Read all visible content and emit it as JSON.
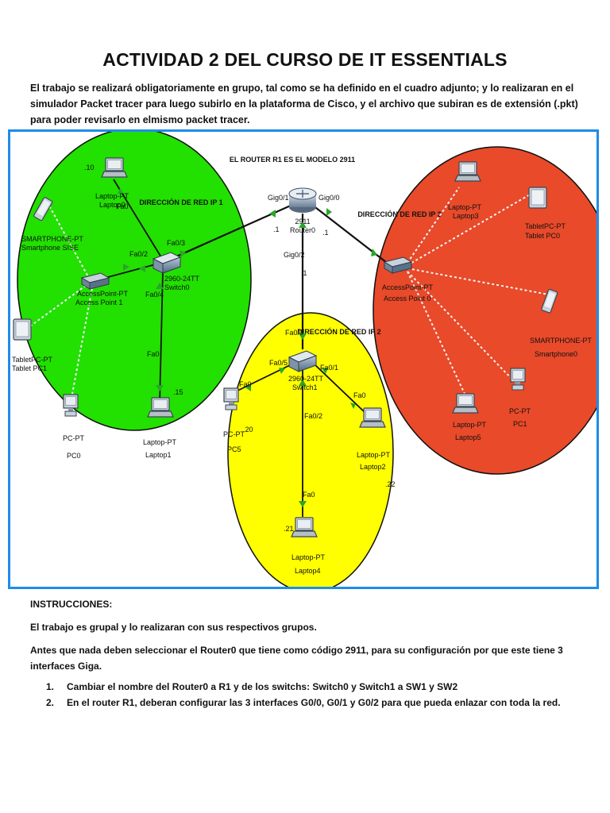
{
  "document": {
    "title": "ACTIVIDAD 2 DEL CURSO DE IT ESSENTIALS",
    "intro": "El trabajo se realizará obligatoriamente en grupo, tal como se ha definido en el cuadro adjunto; y lo realizaran en el simulador Packet tracer  para luego subirlo en la plataforma de Cisco, y el archivo que subiran es de extensión (.pkt) para poder revisarlo en elmismo packet tracer.",
    "instructions_heading": "INSTRUCCIONES:",
    "paragraph1": "El trabajo es grupal y lo realizaran con sus respectivos grupos.",
    "paragraph2": "Antes que nada deben seleccionar el Router0  que tiene como código 2911, para su configuración por que este tiene 3 interfaces Giga.",
    "steps": [
      {
        "num": "1.",
        "text": "Cambiar el nombre del Router0 a R1 y de los switchs: Switch0 y Switch1 a  SW1 y SW2"
      },
      {
        "num": "2.",
        "text": "En el router R1, deberan configurar las 3 interfaces G0/0, G0/1 y G0/2 para que pueda enlazar con toda la red."
      }
    ]
  },
  "diagram": {
    "colors": {
      "green": "#22e000",
      "yellow": "#ffff00",
      "red": "#e84a2a",
      "frame": "#1f8ce8"
    },
    "router_note": "EL ROUTER R1 ES EL MODELO 2911",
    "router": {
      "model": "2911",
      "name": "Router0",
      "ports": {
        "left": "Gig0/1",
        "right": "Gig0/0",
        "down": "Gig0/2"
      },
      "ips": {
        "left": ".1",
        "right": ".1",
        "down": ".1"
      }
    },
    "green": {
      "net_label": "DIRECCIÓN DE RED IP 1",
      "switch": {
        "model": "2960-24TT",
        "name": "Switch0"
      },
      "access_point": {
        "type": "AccessPoint-PT",
        "name": "Access Point 1"
      },
      "ports": {
        "fa02": "Fa0/2",
        "fa03": "Fa0/3",
        "fa04": "Fa0/4",
        "laptop0_port": "Fa0",
        "laptop1_port": "Fa0"
      },
      "devices": [
        {
          "type": "Laptop-PT",
          "name": "Laptop0",
          "ip": ".10"
        },
        {
          "type": "SMARTPHONE-PT",
          "name": "Smartphone SISE"
        },
        {
          "type": "TabletPC-PT",
          "name": "Tablet PC1"
        },
        {
          "type": "PC-PT",
          "name": "PC0"
        },
        {
          "type": "Laptop-PT",
          "name": "Laptop1",
          "ip": ".15"
        }
      ]
    },
    "yellow": {
      "net_label": "DIRECCIÓN DE RED IP 2",
      "switch": {
        "model": "2960-24TT",
        "name": "Switch1"
      },
      "ports": {
        "fa00": "Fa0/0",
        "fa05": "Fa0/5",
        "fa01": "Fa0/1",
        "fa02": "Fa0/2",
        "pc5_port": "Fa0",
        "laptop2_port": "Fa0",
        "laptop4_port": "Fa0"
      },
      "devices": [
        {
          "type": "PC-PT",
          "name": "PC5",
          "ip": ".20"
        },
        {
          "type": "Laptop-PT",
          "name": "Laptop2",
          "ip": ".22"
        },
        {
          "type": "Laptop-PT",
          "name": "Laptop4",
          "ip": ".21"
        }
      ]
    },
    "red": {
      "net_label": "DIRECCIÓN DE RED IP 3",
      "access_point": {
        "type": "AccessPoint-PT",
        "name": "Access Point 0"
      },
      "devices": [
        {
          "type": "Laptop-PT",
          "name": "Laptop3"
        },
        {
          "type": "TabletPC-PT",
          "name": "Tablet PC0"
        },
        {
          "type": "SMARTPHONE-PT",
          "name": "Smartphone0"
        },
        {
          "type": "Laptop-PT",
          "name": "Laptop5"
        },
        {
          "type": "PC-PT",
          "name": "PC1"
        }
      ]
    }
  }
}
